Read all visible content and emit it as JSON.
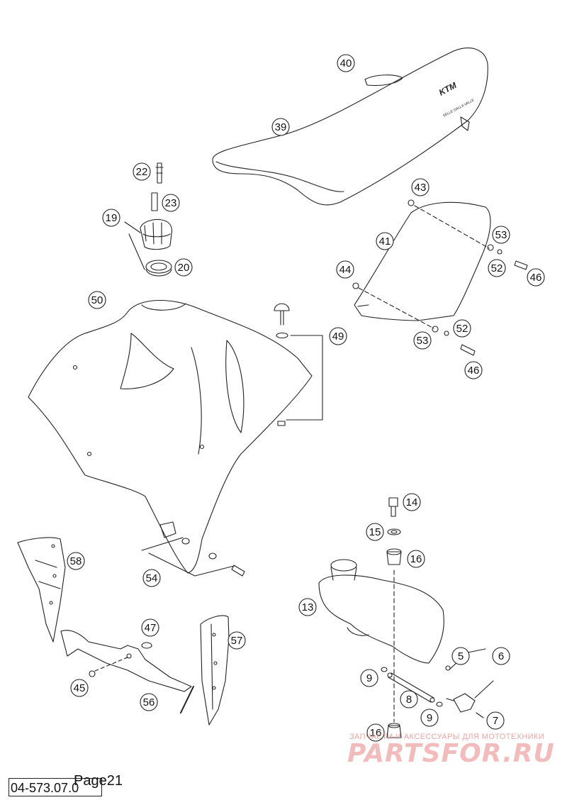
{
  "diagram": {
    "document_number": "04-573.07.0",
    "page_label": "Page21",
    "seat_logo_text": "KTM",
    "seat_logo_subtext": "SELLE DALLA VALLE",
    "watermark": {
      "tagline": "ЗАПЧАСТИ И АКСЕССУАРЫ ДЛЯ МОТОТЕХНИКИ",
      "brand": "PARTSFOR.RU"
    },
    "callouts": [
      "40",
      "39",
      "22",
      "23",
      "19",
      "20",
      "43",
      "41",
      "53",
      "52",
      "46",
      "44",
      "50",
      "49",
      "52",
      "53",
      "46",
      "58",
      "54",
      "14",
      "15",
      "16",
      "13",
      "47",
      "57",
      "45",
      "56",
      "5",
      "6",
      "9",
      "8",
      "9",
      "7",
      "16"
    ]
  }
}
